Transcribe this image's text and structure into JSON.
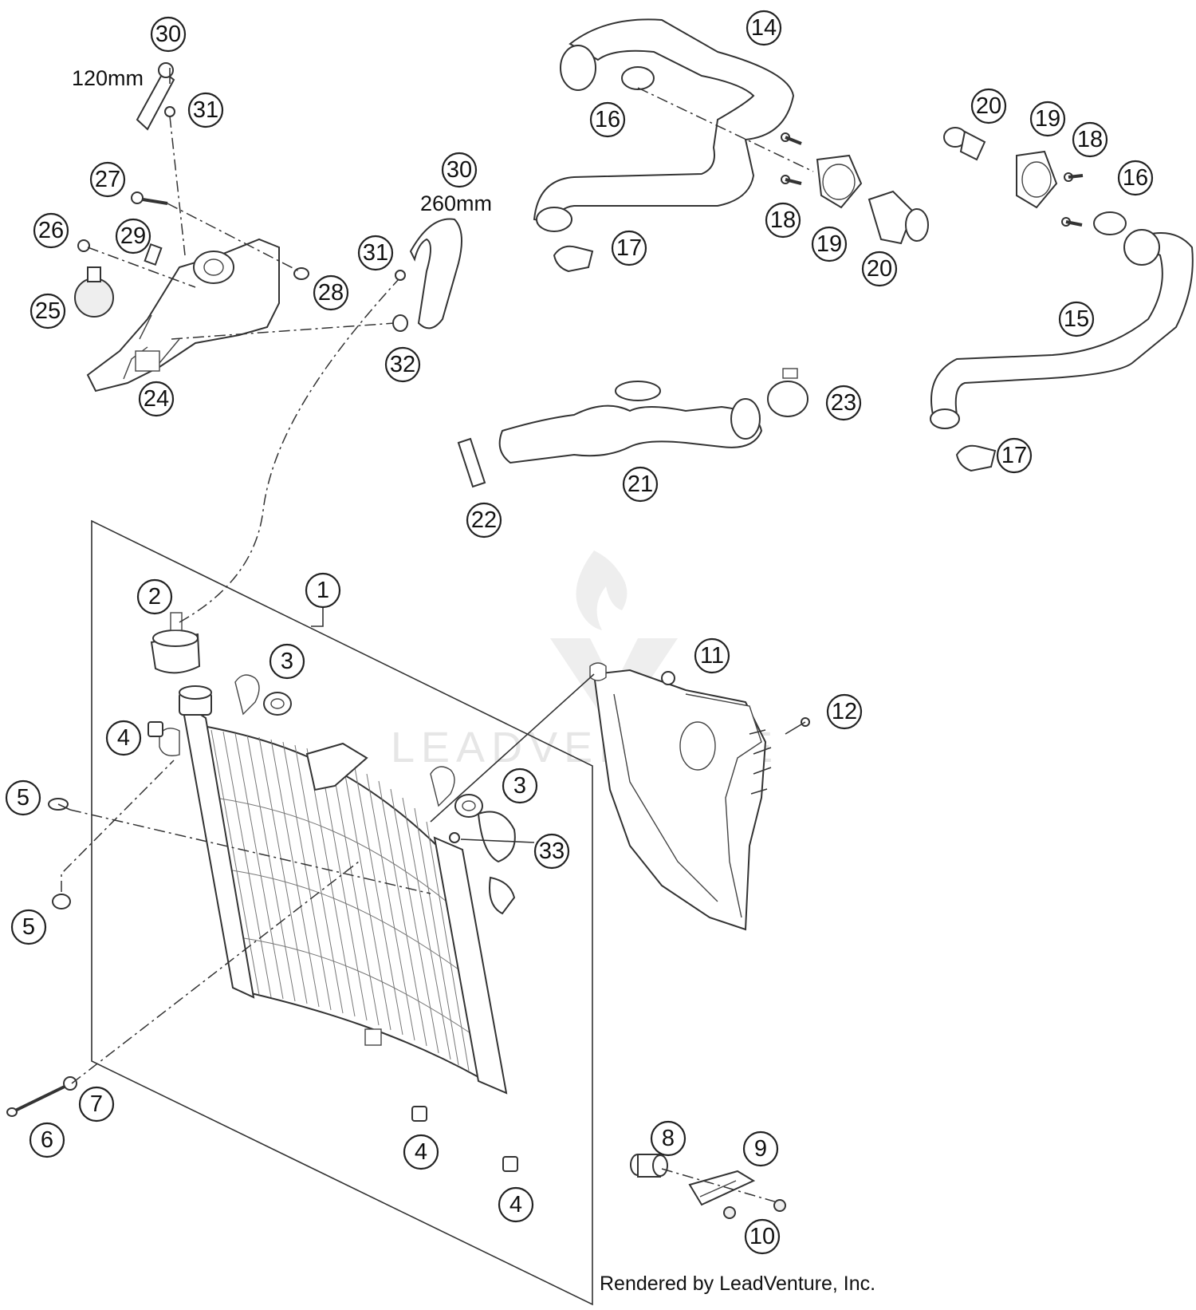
{
  "dimensions": {
    "hose_short": "120mm",
    "hose_long": "260mm"
  },
  "callouts": {
    "c1": "1",
    "c2": "2",
    "c3": "3",
    "c4": "4",
    "c5": "5",
    "c6": "6",
    "c7": "7",
    "c8": "8",
    "c9": "9",
    "c10": "10",
    "c11": "11",
    "c12": "12",
    "c14": "14",
    "c15": "15",
    "c16": "16",
    "c17": "17",
    "c18": "18",
    "c19": "19",
    "c20": "20",
    "c21": "21",
    "c22": "22",
    "c23": "23",
    "c24": "24",
    "c25": "25",
    "c26": "26",
    "c27": "27",
    "c28": "28",
    "c29": "29",
    "c30": "30",
    "c31": "31",
    "c32": "32",
    "c33": "33"
  },
  "watermark": "LEADVENTURE",
  "footer": "Rendered by LeadVenture, Inc."
}
